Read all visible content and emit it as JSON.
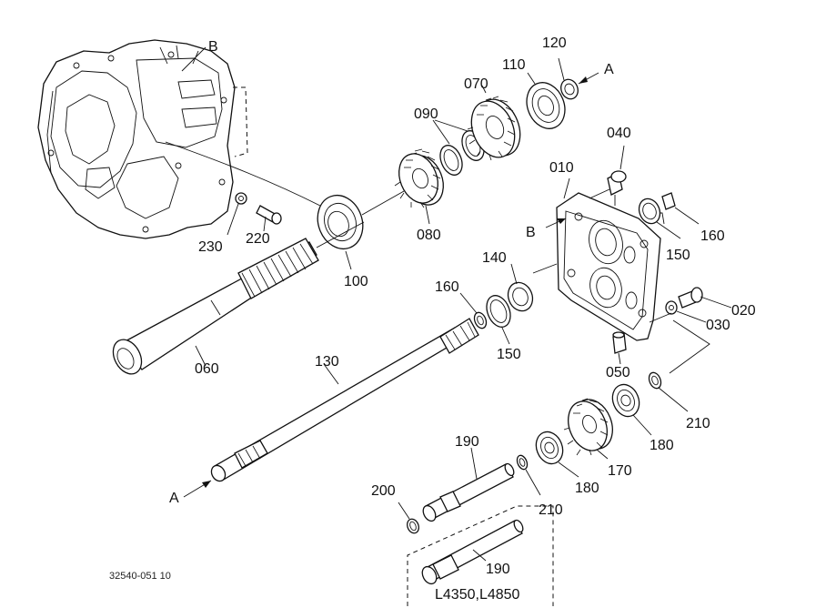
{
  "labels": {
    "p010": "010",
    "p020": "020",
    "p030": "030",
    "p040": "040",
    "p050": "050",
    "p060": "060",
    "p070": "070",
    "p080": "080",
    "p090": "090",
    "p100": "100",
    "p110": "110",
    "p120": "120",
    "p130": "130",
    "p140": "140",
    "p150a": "150",
    "p150b": "150",
    "p160a": "160",
    "p160b": "160",
    "p170": "170",
    "p180a": "180",
    "p180b": "180",
    "p190a": "190",
    "p190b": "190",
    "p200": "200",
    "p210a": "210",
    "p210b": "210",
    "p220": "220",
    "p230": "230",
    "refA1": "A",
    "refA2": "A",
    "refB1": "B",
    "refB2": "B"
  },
  "footer": {
    "code": "32540-051 10",
    "variant": "L4350,L4850"
  }
}
